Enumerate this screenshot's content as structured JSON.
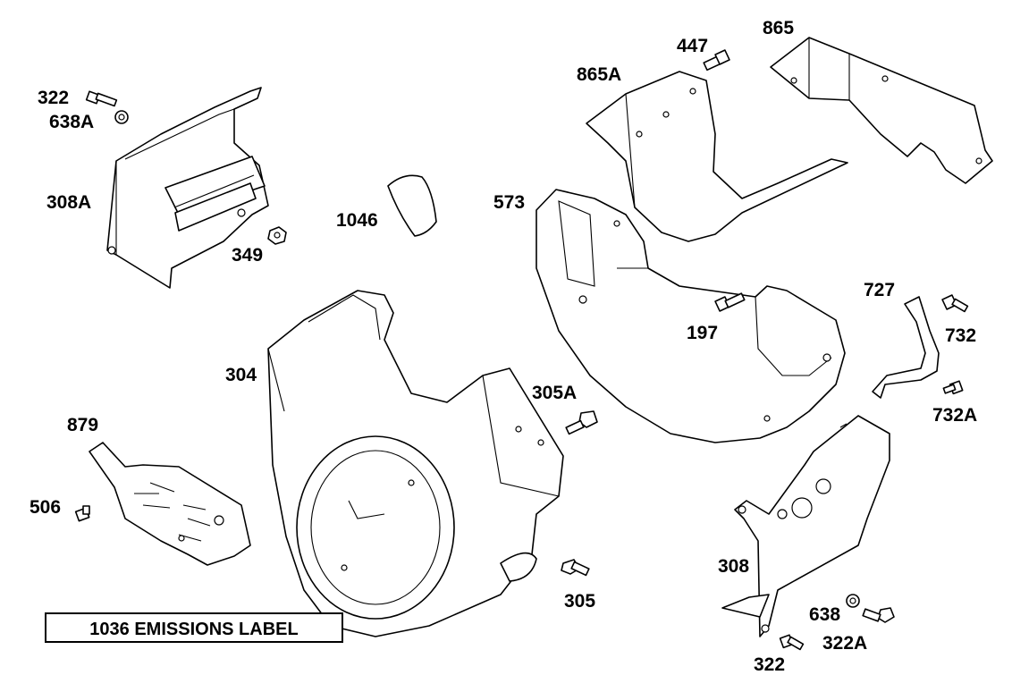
{
  "labels": {
    "p322_top": "322",
    "p638A": "638A",
    "p308A": "308A",
    "p349": "349",
    "p1046": "1046",
    "p447": "447",
    "p865": "865",
    "p865A": "865A",
    "p573": "573",
    "p727": "727",
    "p732": "732",
    "p197": "197",
    "p732A": "732A",
    "p304": "304",
    "p305A": "305A",
    "p879": "879",
    "p506": "506",
    "p308": "308",
    "p305": "305",
    "p638": "638",
    "p322A": "322A",
    "p322_bottom": "322"
  },
  "emissions_box": {
    "text": "1036 EMISSIONS LABEL"
  }
}
